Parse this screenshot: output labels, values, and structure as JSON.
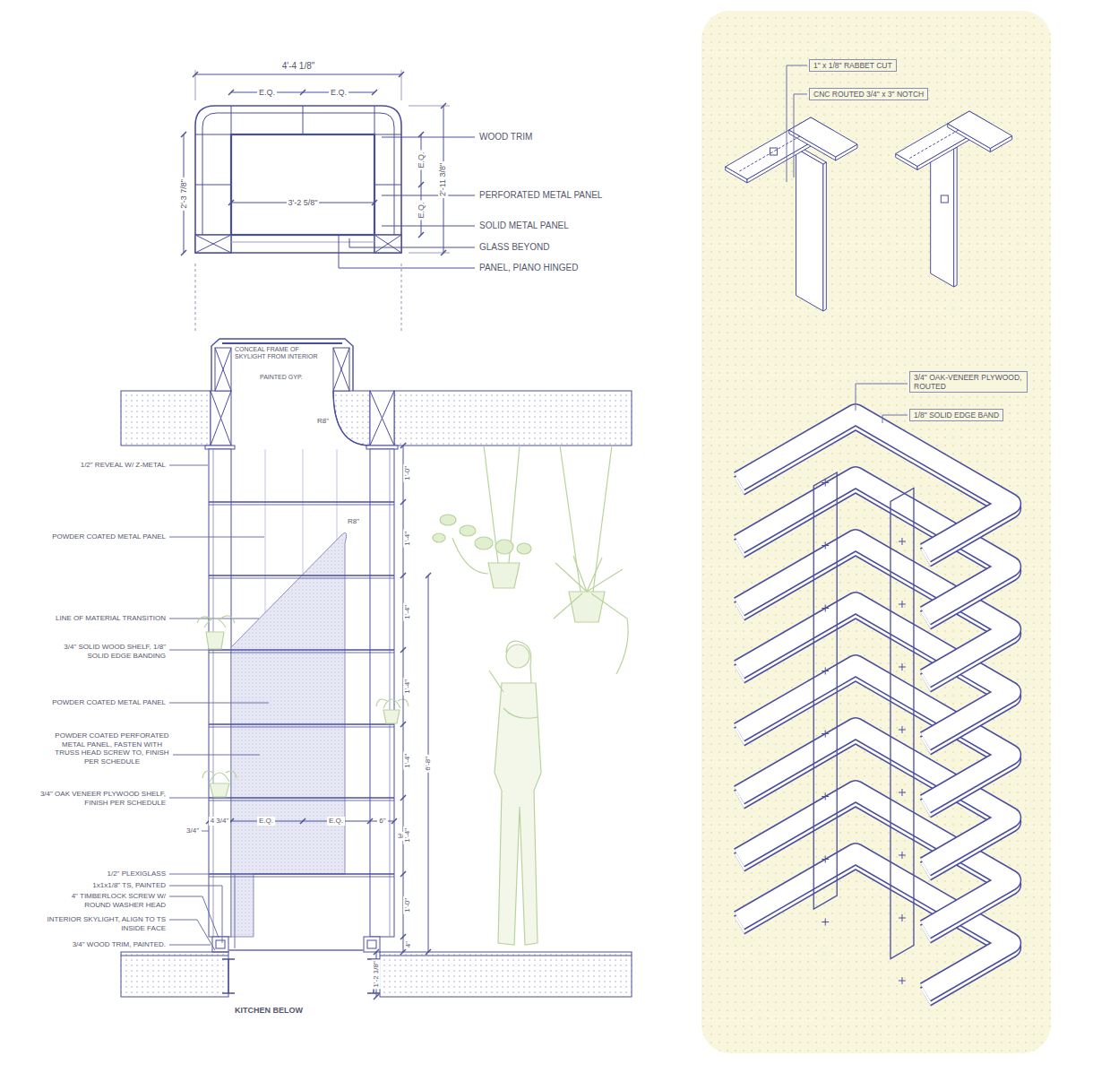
{
  "diagram": {
    "labels": [
      "4'-4 1/8\"",
      "E.Q.",
      "E.Q.",
      "2'-3 7/8\"",
      "3'-2 5/8\"",
      "E.Q.",
      "E.Q.",
      "2'-11 3/8\"",
      "WOOD TRIM",
      "PERFORATED METAL PANEL",
      "SOLID METAL PANEL",
      "GLASS BEYOND",
      "PANEL, PIANO HINGED",
      "CONCEAL FRAME OF SKYLIGHT FROM INTERIOR",
      "PAINTED GYP.",
      "R8\"",
      "1/2\" REVEAL W/ Z-METAL",
      "POWDER COATED METAL PANEL",
      "R8\"",
      "LINE OF MATERIAL TRANSITION",
      "3/4\" SOLID WOOD SHELF, 1/8\" SOLID EDGE BANDING",
      "POWDER COATED METAL PANEL",
      "POWDER COATED PERFORATED METAL PANEL, FASTEN WITH TRUSS HEAD SCREW TO, FINISH PER SCHEDULE",
      "3/4\" OAK VENEER PLYWOOD SHELF, FINISH PER SCHEDULE",
      "3/4\"",
      "4 3/4\"",
      "E.Q.",
      "E.Q.",
      "6\"",
      "3/4\"",
      "1/2\" PLEXIGLASS",
      "1x1x1/8\" TS, PAINTED",
      "4\" TIMBERLOCK SCREW W/ ROUND WASHER HEAD",
      "INTERIOR SKYLIGHT, ALIGN TO TS INSIDE FACE",
      "3/4\" WOOD TRIM, PAINTED.",
      "1'-0\"",
      "1'-4\"",
      "1'-4\"",
      "1'-4\"",
      "1'-4\"",
      "1'-4\"",
      "1'-0\"",
      "4\"",
      "6'-8\"",
      "1'-2 1/8\"",
      "KITCHEN BELOW",
      "1\" x 1/8\" RABBET CUT",
      "CNC ROUTED 3/4\" x 3\" NOTCH",
      "3/4\" OAK-VENEER PLYWOOD, ROUTED",
      "1/8\" SOLID EDGE BAND"
    ]
  }
}
